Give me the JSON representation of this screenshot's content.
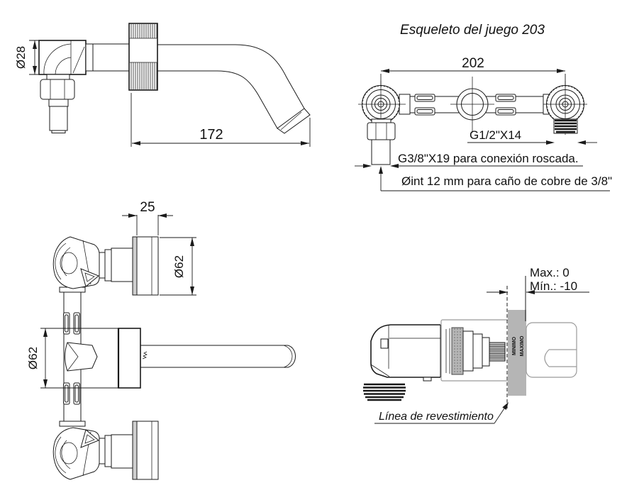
{
  "drawing": {
    "background_color": "#ffffff",
    "line_color": "#1a1a1a",
    "secondary_line_color": "#9a9a9a",
    "wall_band_color": "#b5b5b5"
  },
  "views": {
    "spout_side": {
      "dim_diameter": "Ø28",
      "dim_length": "172"
    },
    "skeleton": {
      "title": "Esqueleto del juego 203",
      "dim_width": "202",
      "label_thread_g12": "G1/2\"X14",
      "note_threaded": "G3/8\"X19 para conexión roscada.",
      "note_copper": "Øint 12 mm para caño de cobre de 3/8\""
    },
    "plan": {
      "dim_handle_depth": "25",
      "dim_handle_diameter": "Ø62",
      "dim_body_diameter": "Ø62"
    },
    "valve_detail": {
      "label_max": "Max.: 0",
      "label_min": "Mín.: -10",
      "band_text_min": "MINIMO",
      "band_text_max": "MAXIMO",
      "note_wall": "Línea de revestimiento"
    }
  }
}
